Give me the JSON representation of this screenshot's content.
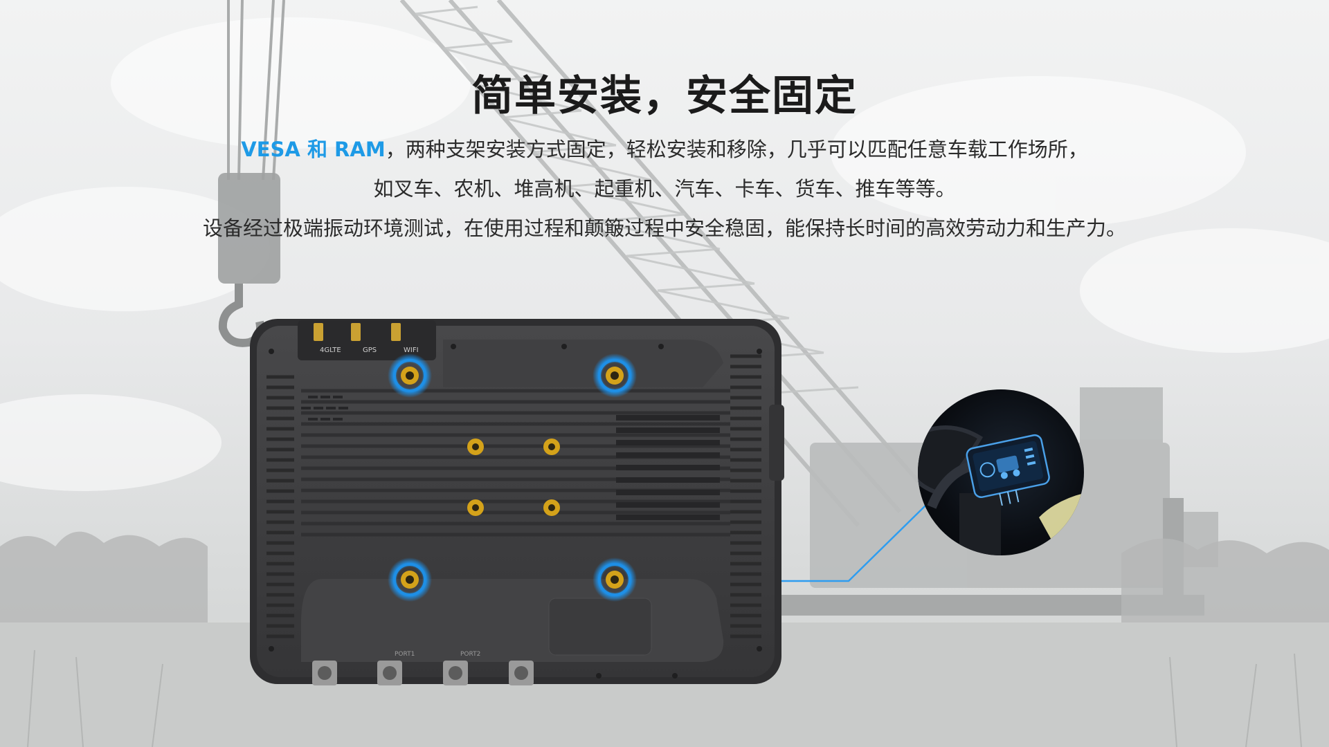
{
  "headline": "简单安装，安全固定",
  "body": {
    "accent_text": "VESA 和 RAM",
    "line1_rest": "，两种支架安装方式固定，轻松安装和移除，几乎可以匹配任意车载工作场所，",
    "line2": "如叉车、农机、堆高机、起重机、汽车、卡车、货车、推车等等。",
    "line3": "设备经过极端振动环境测试，在使用过程和颠簸过程中安全稳固，能保持长时间的高效劳动力和生产力。"
  },
  "device": {
    "antenna_labels": [
      "4GLTE",
      "GPS",
      "WIFI"
    ],
    "port_labels": [
      "PORT1",
      "PORT2"
    ],
    "mount_points": {
      "vesa_highlighted": 4,
      "inner_holes": 4
    }
  },
  "colors": {
    "accent": "#1e9ae6",
    "highlight_ring": "#1e90e8",
    "mount_gold": "#d4a21a",
    "device_body": "#3c3c3e",
    "headline": "#1b1b1b"
  },
  "icons": {
    "background": "crane-truck-illustration",
    "inset": "vehicle-dashboard-mount-icon"
  }
}
